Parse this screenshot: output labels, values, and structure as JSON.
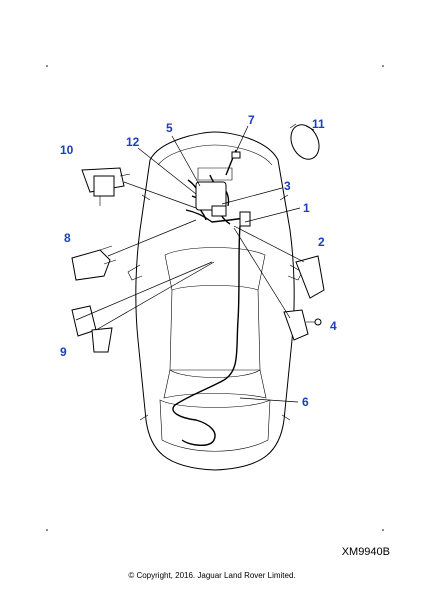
{
  "callouts": [
    {
      "label": "1"
    },
    {
      "label": "2"
    },
    {
      "label": "3"
    },
    {
      "label": "4"
    },
    {
      "label": "5"
    },
    {
      "label": "6"
    },
    {
      "label": "7"
    },
    {
      "label": "8"
    },
    {
      "label": "9"
    },
    {
      "label": "10"
    },
    {
      "label": "11"
    },
    {
      "label": "12"
    }
  ],
  "reference_code": "XM9940B",
  "copyright": "© Copyright, 2016. Jaguar Land Rover Limited.",
  "colors": {
    "callout": "#1a3fbf",
    "line": "#000000",
    "background": "#ffffff"
  }
}
